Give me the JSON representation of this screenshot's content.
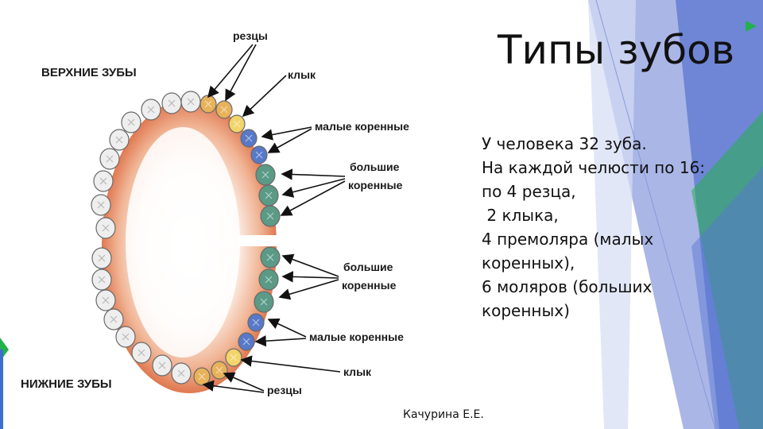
{
  "slide": {
    "title": "Типы зубов",
    "body_lines": [
      "У человека 32 зуба.",
      "На каждой челюсти по 16:",
      "по 4 резца,",
      " 2 клыка,",
      "4 премоляра (малых",
      "коренных),",
      "6 моляров (больших",
      "коренных)"
    ],
    "author": "Качурина Е.Е."
  },
  "diagram": {
    "upper_jaw_label": "ВЕРХНИЕ ЗУБЫ",
    "lower_jaw_label": "НИЖНИЕ ЗУБЫ",
    "upper_labels": {
      "incisors": "резцы",
      "canine": "клык",
      "premolars": "малые коренные",
      "molars_line1": "большие",
      "molars_line2": "коренные"
    },
    "lower_labels": {
      "molars_line1": "большие",
      "molars_line2": "коренные",
      "premolars": "малые коренные",
      "canine": "клык",
      "incisors": "резцы"
    }
  },
  "colors": {
    "incisor": "#e8b25a",
    "canine": "#f2d46a",
    "premolar": "#5878c8",
    "molar": "#5a9a86",
    "other_teeth": "#eeeeee",
    "gum": "#e07850",
    "accent_green": "#22b14c",
    "accent_blue": "#6f86d6"
  }
}
